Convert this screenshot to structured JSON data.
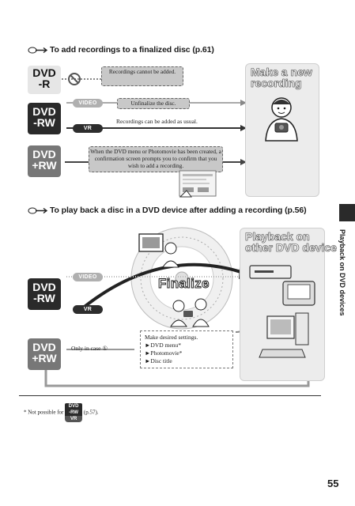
{
  "section1": {
    "title": "To add recordings to a finalized disc (p.61)",
    "discs": [
      {
        "line1": "DVD",
        "line2": "-R"
      },
      {
        "line1": "DVD",
        "line2": "-RW"
      },
      {
        "line1": "DVD",
        "line2": "+RW"
      }
    ],
    "dvdr_box": "Recordings cannot be added.",
    "video_label": "VIDEO",
    "vr_label": "VR",
    "unfinalize_box": "Unfinalize the disc.",
    "vr_text": "Recordings can be added as usual.",
    "plusrw_box": "When the DVD menu or Photomovie has been created, a confirmation screen prompts you to confirm that you wish to add a recording.",
    "panel_title_line1": "Make a new",
    "panel_title_line2": "recording"
  },
  "section2": {
    "title": "To play back a disc in a DVD device after adding a recording (p.56)",
    "discs": [
      {
        "line1": "DVD",
        "line2": "-RW"
      },
      {
        "line1": "DVD",
        "line2": "+RW"
      }
    ],
    "video_label": "VIDEO",
    "vr_label": "VR",
    "finalize_label": "Finalize",
    "only_in_case": "Only in case",
    "circled_one": "①",
    "settings": {
      "heading": "Make desired settings.",
      "items": [
        "►DVD menu*",
        "►Photomovie*",
        "►Disc title"
      ]
    },
    "panel_title_line1": "Playback on",
    "panel_title_line2": "other DVD device"
  },
  "side_tab_text": "Playback on DVD devices",
  "footnote": {
    "prefix": "*  Not possible for",
    "disc_top": "DVD",
    "disc_mid": "-RW",
    "disc_bottom": "VR",
    "ref": "(p.57)."
  },
  "page_number": "55"
}
